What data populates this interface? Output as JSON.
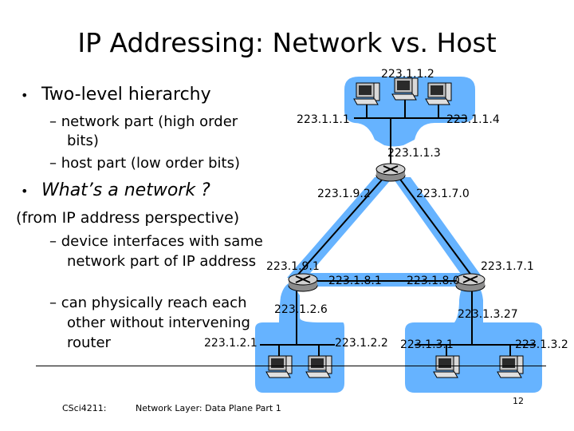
{
  "slide": {
    "title": "IP Addressing: Network vs. Host",
    "bullet1": "Two-level hierarchy",
    "sub1": "– network part (high order bits)",
    "sub2": "– host part (low order bits)",
    "bullet2": "What’s a network ?",
    "paren": "(from IP address perspective)",
    "sub3": "– device interfaces with same network part of IP address",
    "sub4": "– can physically reach each other without intervening router",
    "footer_course": "CSci4211:",
    "footer_topic": "Network Layer: Data Plane Part 1",
    "page_number": "12"
  },
  "network": {
    "addresses": {
      "a_1_1_2": "223.1.1.2",
      "a_1_1_1": "223.1.1.1",
      "a_1_1_4": "223.1.1.4",
      "a_1_1_3": "223.1.1.3",
      "a_1_9_2": "223.1.9.2",
      "a_1_7_0": "223.1.7.0",
      "a_1_9_1": "223.1.9.1",
      "a_1_7_1": "223.1.7.1",
      "a_1_8_1": "223.1.8.1",
      "a_1_8_0": "223.1.8.0",
      "a_1_2_6": "223.1.2.6",
      "a_1_3_27": "223.1.3.27",
      "a_1_2_1": "223.1.2.1",
      "a_1_2_2": "223.1.2.2",
      "a_1_3_1": "223.1.3.1",
      "a_1_3_2": "223.1.3.2"
    }
  },
  "colors": {
    "network_blob": "#66b3ff",
    "link": "#000000"
  }
}
